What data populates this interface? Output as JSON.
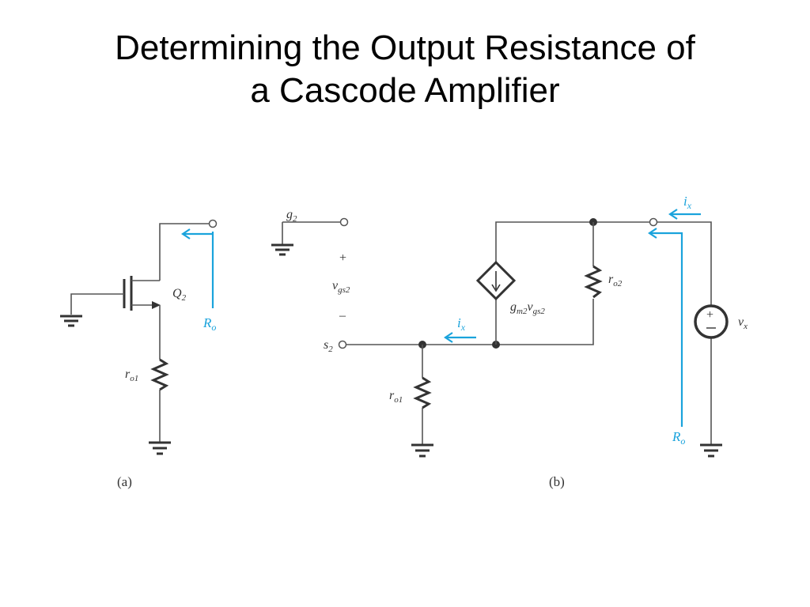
{
  "slide": {
    "title_line1": "Determining the Output Resistance of",
    "title_line2": "a Cascode Amplifier"
  },
  "figure_a": {
    "caption": "(a)",
    "transistor_label": "Q",
    "transistor_sub": "2",
    "resistor_label": "r",
    "resistor_sub": "o1",
    "output_resistance_label": "R",
    "output_resistance_sub": "o"
  },
  "figure_b": {
    "caption": "(b)",
    "gate_label": "g",
    "gate_sub": "2",
    "source_label": "s",
    "source_sub": "2",
    "plus": "+",
    "minus": "–",
    "vgs_label": "v",
    "vgs_sub": "gs2",
    "dep_source_g": "g",
    "dep_source_g_sub": "m2",
    "dep_source_v": "v",
    "dep_source_v_sub": "gs2",
    "ro2_label": "r",
    "ro2_sub": "o2",
    "ro1_label": "r",
    "ro1_sub": "o1",
    "current_label": "i",
    "current_sub": "x",
    "test_source_label": "v",
    "test_source_sub": "x",
    "output_resistance_label": "R",
    "output_resistance_sub": "o"
  },
  "colors": {
    "accent_blue": "#1aa3dc",
    "wire": "#555555"
  }
}
